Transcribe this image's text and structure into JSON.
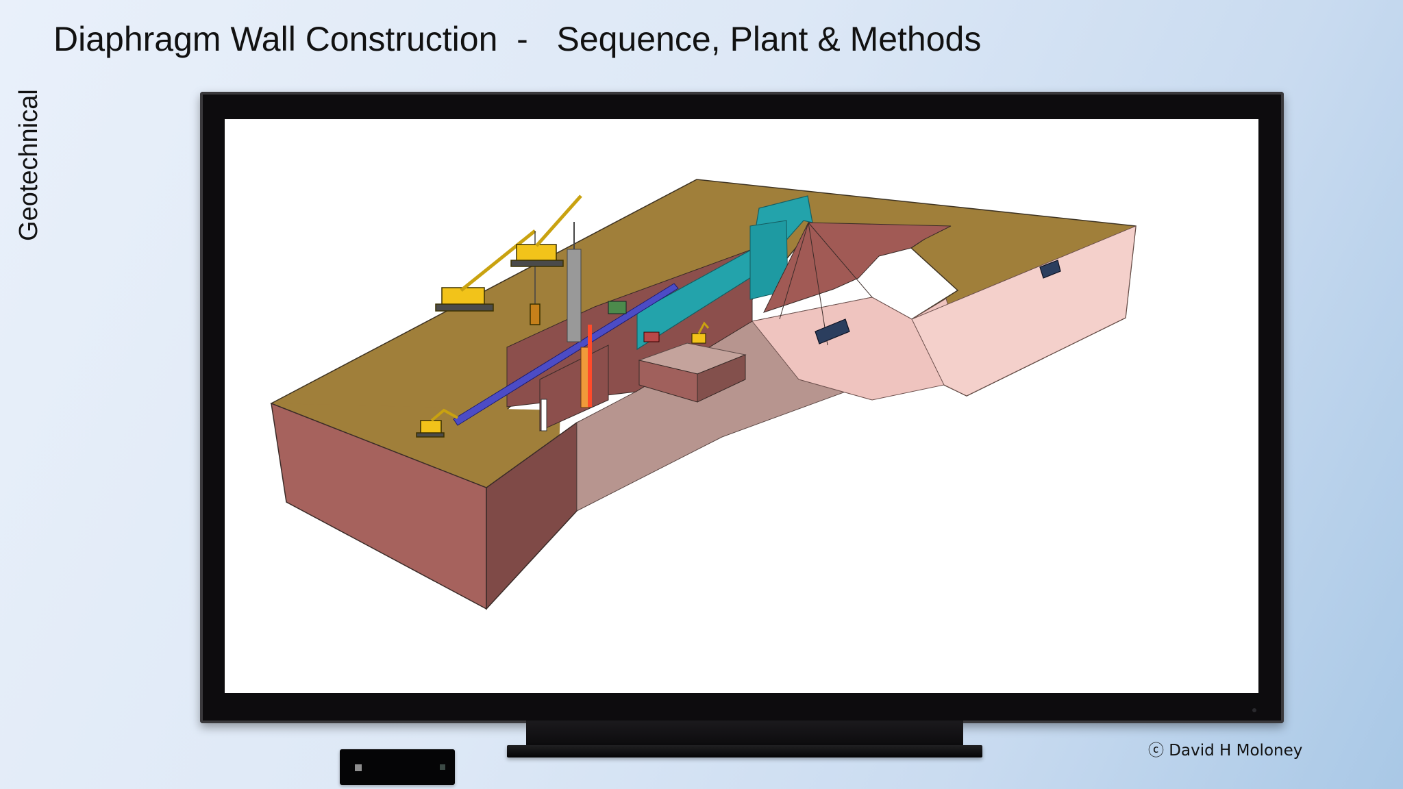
{
  "slide": {
    "title": "Diaphragm Wall Construction  -   Sequence, Plant & Methods",
    "side_label": "Geotechnical",
    "copyright": "ⓒ David H Moloney"
  },
  "colors": {
    "background": "#dde8f6",
    "monitor_frame": "#0d0c0e",
    "ground_surface": "#a07f3a",
    "soil_face": "#a6625d",
    "wall_panel": "#23a3ab",
    "guide_wall": "#4c4cc6",
    "plant": "#f2c31a"
  }
}
